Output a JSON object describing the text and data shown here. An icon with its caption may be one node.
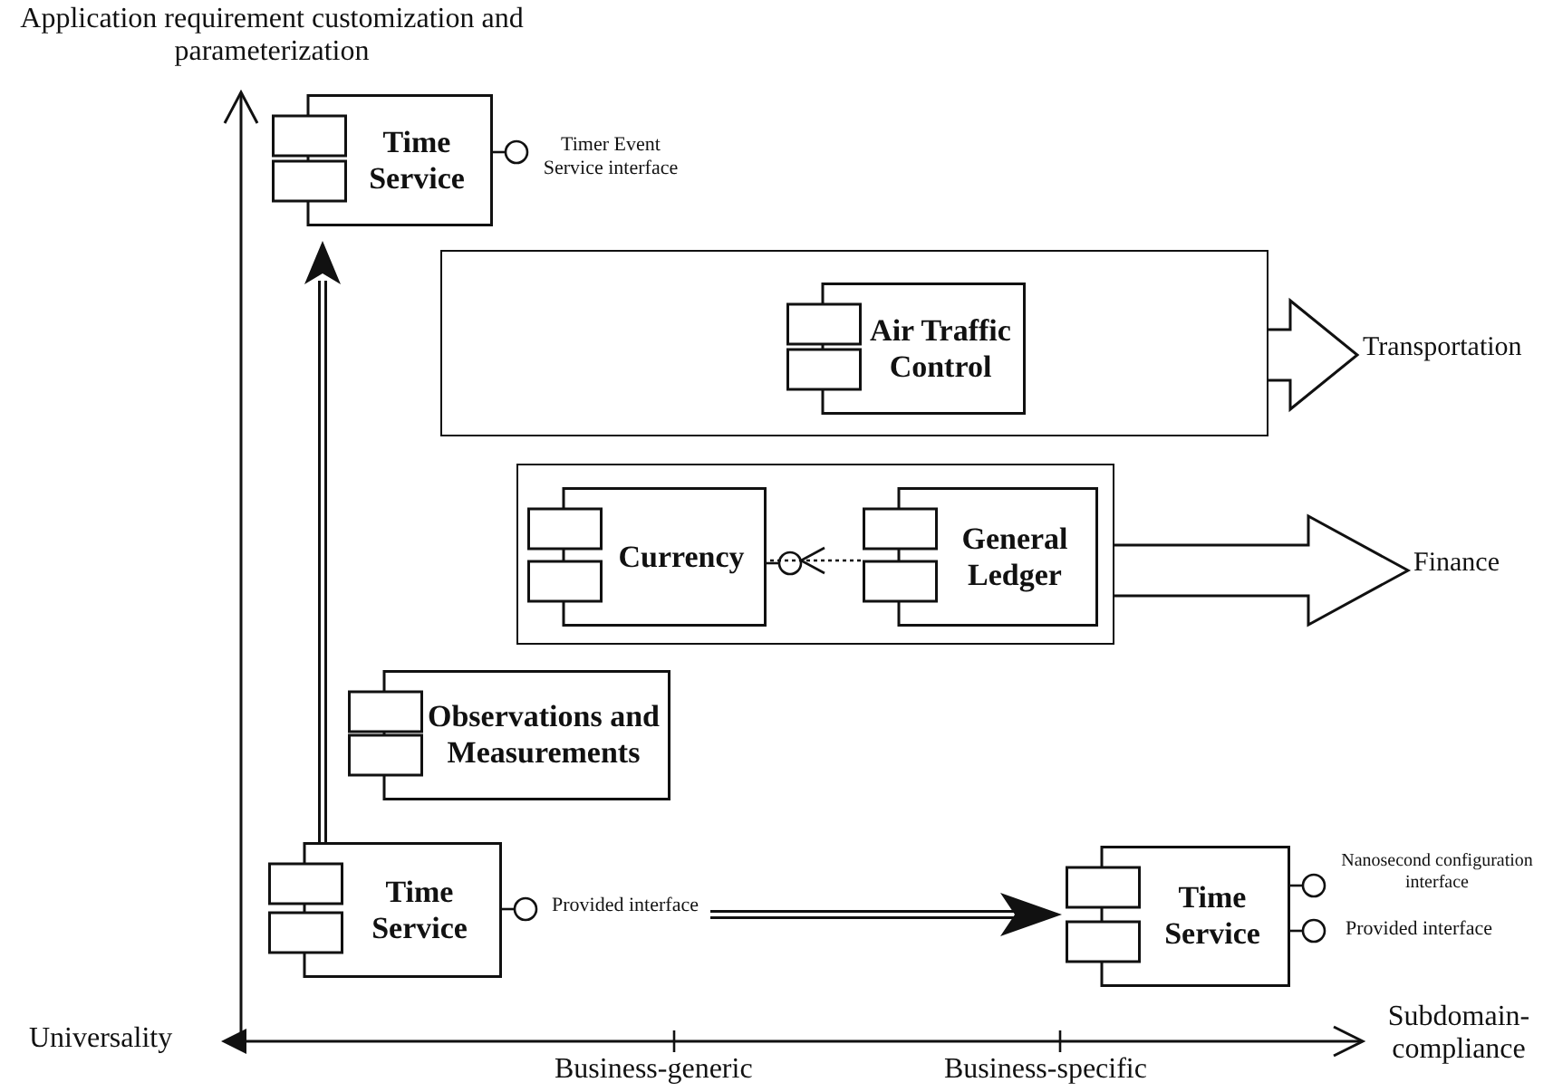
{
  "diagram": {
    "nodes": [
      {
        "text": [
          "Time Service"
        ],
        "beside": [
          "Timer Event Service interface"
        ]
      },
      {
        "text": [],
        "shape": "box"
      },
      {
        "text": [
          "Air Traffic Control"
        ],
        "in": 1
      },
      {
        "text": [
          "Transportation"
        ]
      },
      {
        "text": [],
        "shape": "box"
      },
      {
        "text": [
          "Currency"
        ],
        "in": 4
      },
      {
        "text": [
          "General Ledger"
        ],
        "in": 4
      },
      {
        "text": [
          "Finance"
        ]
      },
      {
        "text": [
          "Observations and Measurements"
        ]
      },
      {
        "text": [
          "Time Service"
        ],
        "beside": [
          "Provided interface"
        ]
      },
      {
        "text": [
          "Time Service"
        ],
        "beside": [
          "Nanosecond configuration interface",
          "Provided interface"
        ]
      }
    ],
    "edges": [
      {
        "from": 9,
        "to": 0,
        "arrow": "to"
      },
      {
        "from": 9,
        "to": 10,
        "arrow": "to"
      },
      {
        "from": 1,
        "to": 3,
        "arrow": "to",
        "style": "thick"
      },
      {
        "from": 4,
        "to": 7,
        "arrow": "to",
        "style": "thick"
      },
      {
        "from": 6,
        "to": 5,
        "arrow": "to",
        "style": "dashed"
      }
    ],
    "labels": [
      "Application requirement customization and parameterization",
      "Universality",
      "Subdomain-compliance",
      "Business-generic",
      "Business-specific"
    ]
  }
}
